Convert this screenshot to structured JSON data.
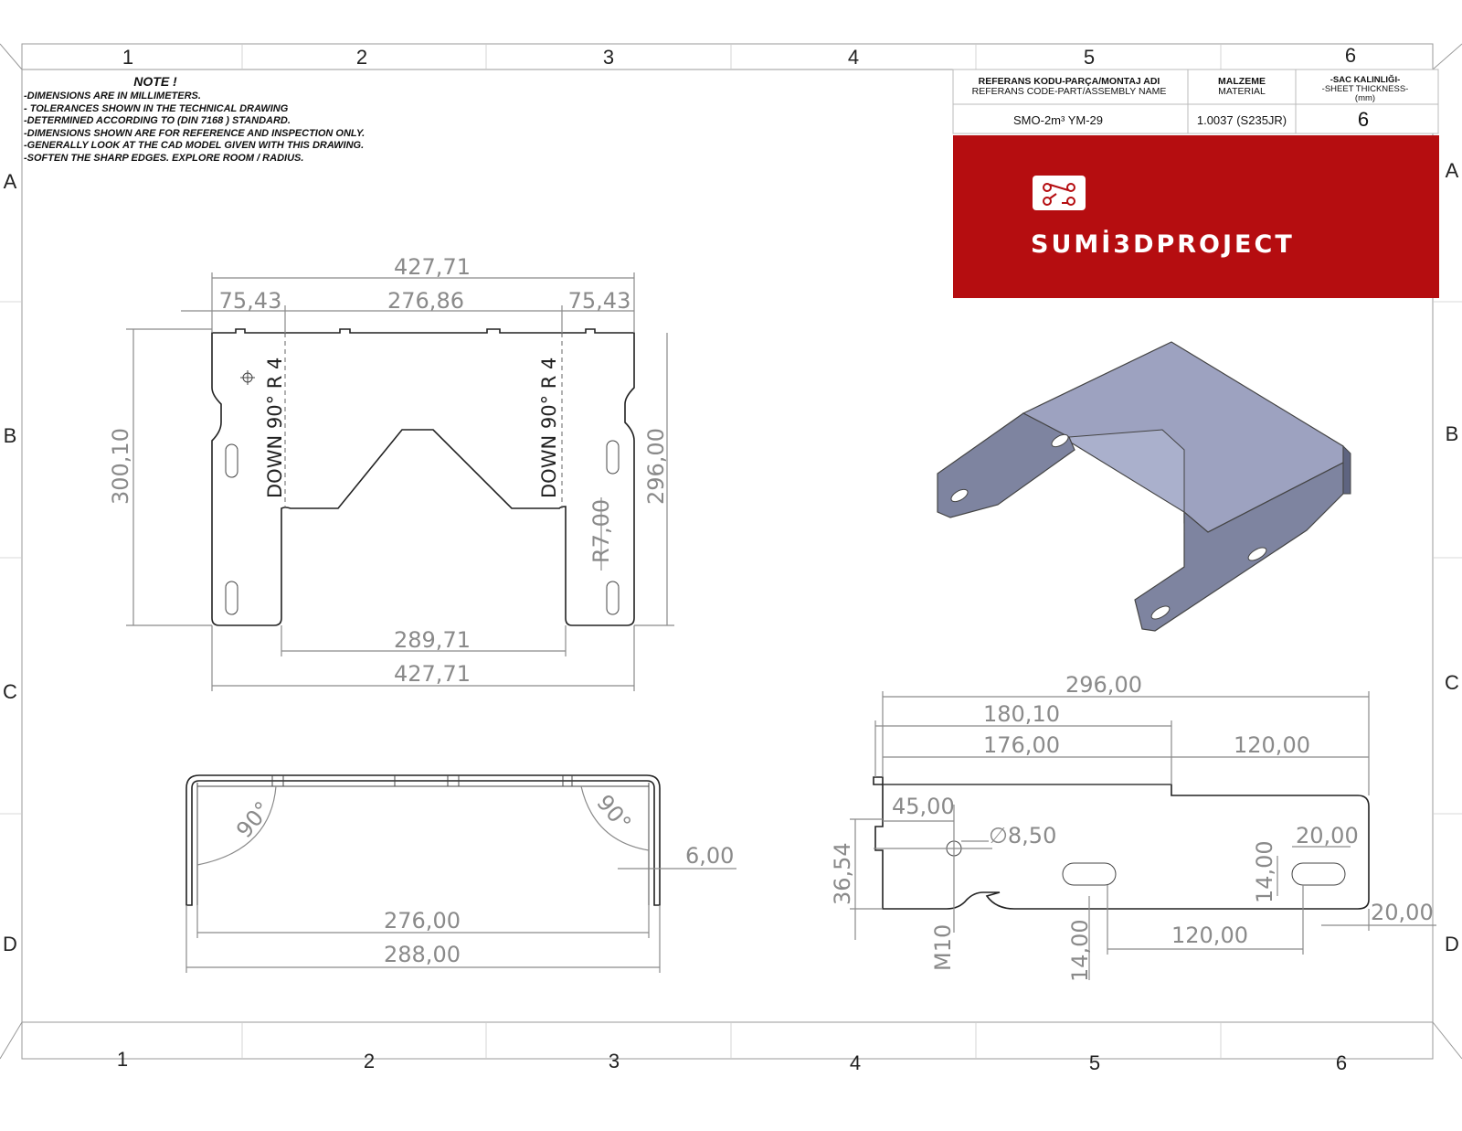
{
  "notes": {
    "title": "NOTE !",
    "lines": [
      "-DIMENSIONS ARE IN MILLIMETERS.",
      "- TOLERANCES SHOWN IN THE TECHNICAL DRAWING",
      "-DETERMINED ACCORDING TO (DIN 7168 ) STANDARD.",
      "-DIMENSIONS SHOWN ARE FOR REFERENCE AND INSPECTION ONLY.",
      "-GENERALLY LOOK AT THE CAD MODEL GIVEN WITH THIS DRAWING.",
      "-SOFTEN THE SHARP EDGES. EXPLORE ROOM / RADIUS."
    ]
  },
  "zones": {
    "columns": [
      "1",
      "2",
      "3",
      "4",
      "5",
      "6"
    ],
    "rows": [
      "A",
      "B",
      "C",
      "D"
    ]
  },
  "title_block": {
    "ref_header_tr": "REFERANS KODU-PARÇA/MONTAJ ADI",
    "ref_header_en": "REFERANS CODE-PART/ASSEMBLY NAME",
    "mat_header_tr": "MALZEME",
    "mat_header_en": "MATERIAL",
    "thk_header_tr": "-SAC KALINLIĞI-",
    "thk_header_en": "-SHEET THICKNESS-",
    "thk_unit": "(mm)",
    "ref_value": "SMO-2m³ YM-29",
    "mat_value": "1.0037 (S235JR)",
    "thk_value": "6"
  },
  "brand": {
    "name": "SUMİ3DPROJECT",
    "color": "#b50d10",
    "icon": "circuit-logo-icon"
  },
  "flat_view": {
    "overall_top": "427,71",
    "left_seg": "75,43",
    "mid_seg": "276,86",
    "right_seg": "75,43",
    "height_left": "300,10",
    "height_right": "296,00",
    "radius": "R7,00",
    "inner_width": "289,71",
    "overall_bottom": "427,71",
    "bend_left": "DOWN  90°  R 4",
    "bend_right": "DOWN  90°  R 4"
  },
  "front_view": {
    "angle_left": "90°",
    "angle_right": "90°",
    "thickness": "6,00",
    "inner": "276,00",
    "outer": "288,00"
  },
  "side_view": {
    "overall": "296,00",
    "d180": "180,10",
    "d176": "176,00",
    "d120_top": "120,00",
    "d45": "45,00",
    "hole_dia": "∅8,50",
    "d20_top": "20,00",
    "d36": "36,54",
    "d14_right": "14,00",
    "d20_right": "20,00",
    "thread": "M10",
    "d14_bottom": "14,00",
    "d120_bottom": "120,00"
  }
}
